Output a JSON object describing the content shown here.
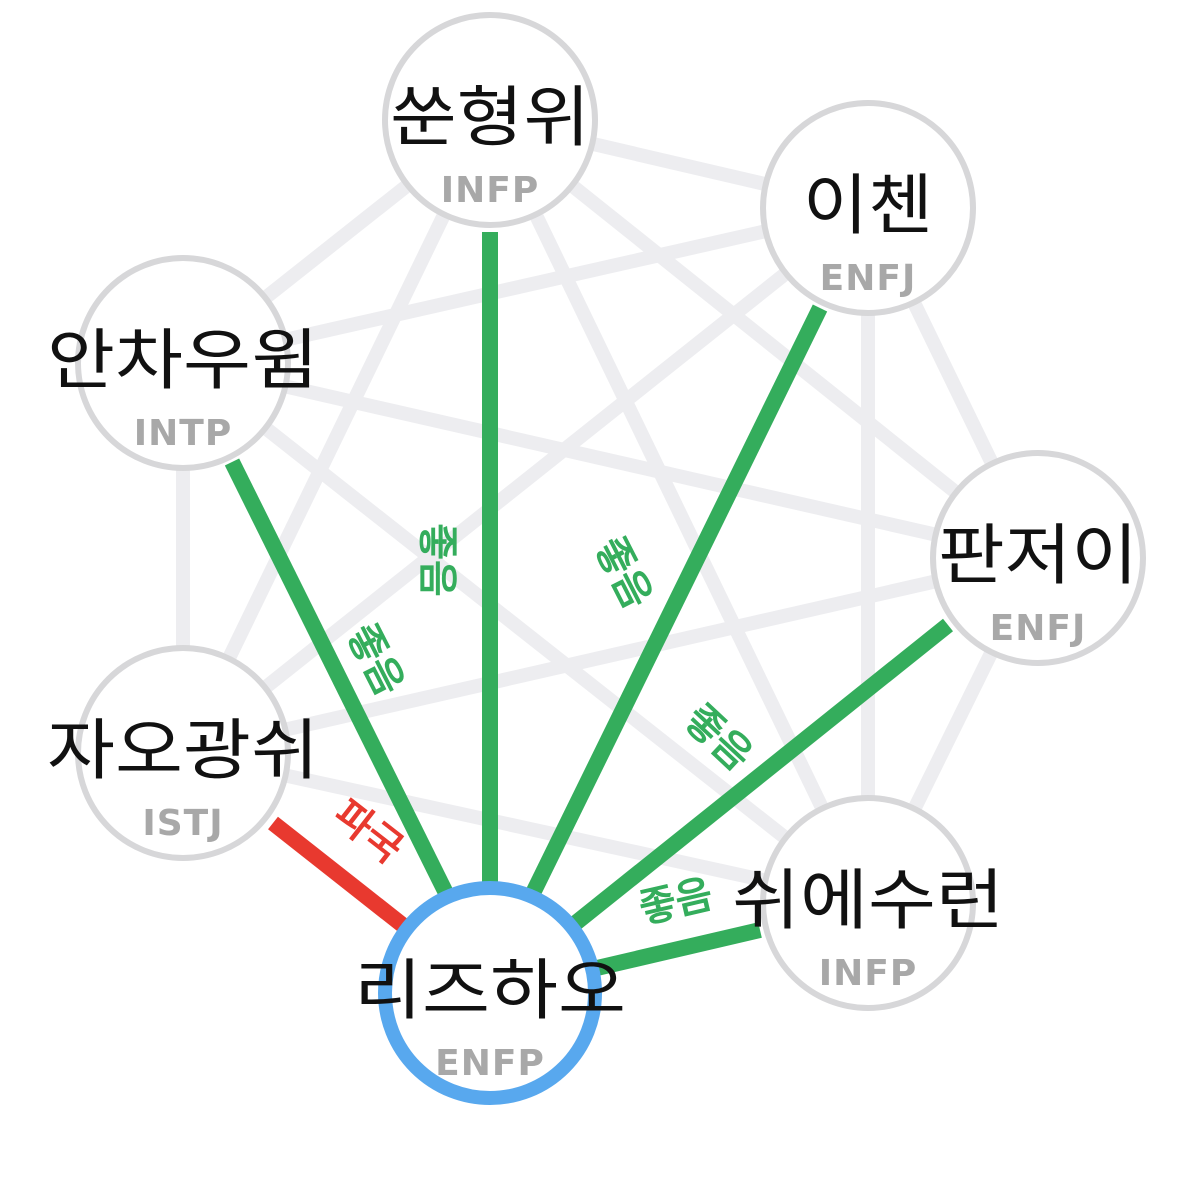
{
  "colors": {
    "good": "#34ad5c",
    "bad": "#e8392f",
    "background_edge": "#ededf0",
    "node_border": "#d7d7d9",
    "center_border": "#58a8ee"
  },
  "nodes": [
    {
      "id": "center",
      "name": "리즈하오",
      "type": "ENFP",
      "center": true
    },
    {
      "id": "n1",
      "name": "쑨형위",
      "type": "INFP"
    },
    {
      "id": "n2",
      "name": "이첸",
      "type": "ENFJ"
    },
    {
      "id": "n3",
      "name": "안차우윔",
      "type": "INTP"
    },
    {
      "id": "n4",
      "name": "판저이",
      "type": "ENFJ"
    },
    {
      "id": "n5",
      "name": "자오광쉬",
      "type": "ISTJ"
    },
    {
      "id": "n6",
      "name": "쉬에수런",
      "type": "INFP"
    }
  ],
  "relations": [
    {
      "from": "center",
      "to": "n3",
      "kind": "good",
      "label": "좋음"
    },
    {
      "from": "center",
      "to": "n1",
      "kind": "good",
      "label": "좋음"
    },
    {
      "from": "center",
      "to": "n2",
      "kind": "good",
      "label": "좋음"
    },
    {
      "from": "center",
      "to": "n4",
      "kind": "good",
      "label": "좋음"
    },
    {
      "from": "center",
      "to": "n6",
      "kind": "good",
      "label": "좋음"
    },
    {
      "from": "center",
      "to": "n5",
      "kind": "bad",
      "label": "파국"
    }
  ]
}
